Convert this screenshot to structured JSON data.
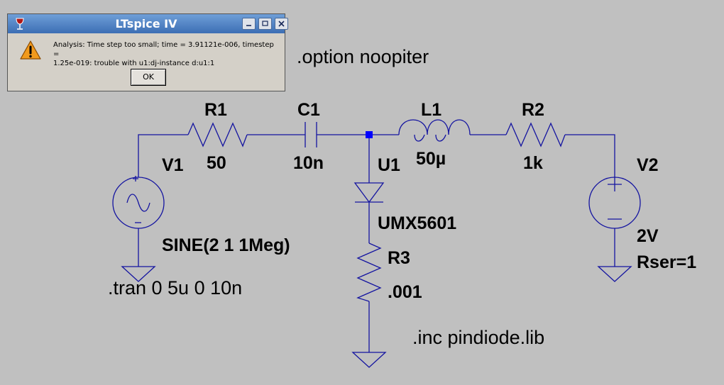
{
  "dialog": {
    "title": "LTspice IV",
    "message_line1": "Analysis:  Time step too small; time = 3.91121e-006, timestep =",
    "message_line2": "1.25e-019: trouble with u1:dj-instance d:u1:1",
    "ok_label": "OK",
    "icons": [
      "wine-glass-icon",
      "minimize-icon",
      "maximize-icon",
      "close-icon",
      "warning-icon"
    ]
  },
  "schematic": {
    "colors": {
      "wire": "#1414a0",
      "junction": "#0000ff",
      "background": "#c0c0c0"
    },
    "directives": {
      "option": ".option noopiter",
      "tran": ".tran 0 5u 0 10n",
      "inc": ".inc pindiode.lib"
    },
    "components": {
      "R1": {
        "name": "R1",
        "value": "50"
      },
      "C1": {
        "name": "C1",
        "value": "10n"
      },
      "L1": {
        "name": "L1",
        "value": "50µ"
      },
      "R2": {
        "name": "R2",
        "value": "1k"
      },
      "V1": {
        "name": "V1",
        "value": "SINE(2 1 1Meg)"
      },
      "U1": {
        "name": "U1",
        "value": "UMX5601"
      },
      "R3": {
        "name": "R3",
        "value": ".001"
      },
      "V2": {
        "name": "V2",
        "value": "2V",
        "value2": "Rser=1"
      }
    }
  }
}
